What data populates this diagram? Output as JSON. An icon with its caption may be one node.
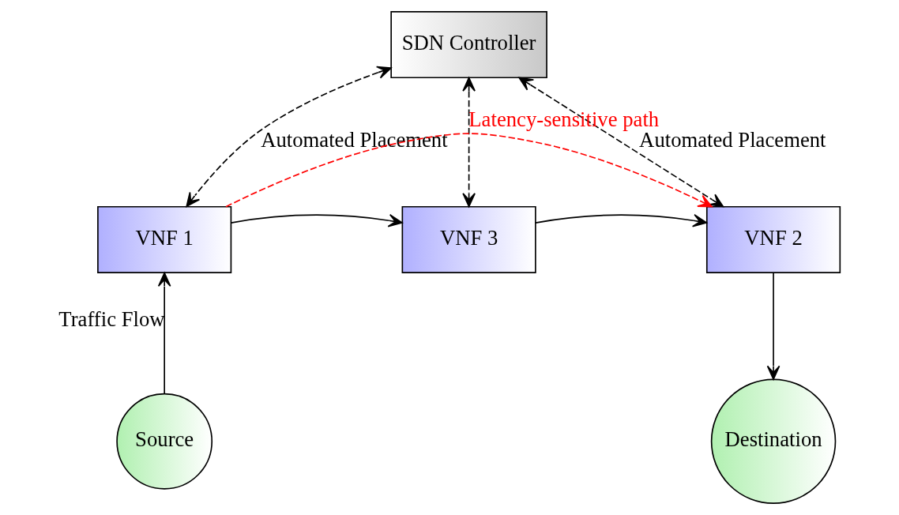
{
  "diagram": {
    "nodes": [
      {
        "text": [
          "SDN Controller"
        ]
      },
      {
        "text": [
          "VNF 1"
        ]
      },
      {
        "text": [
          "VNF 3"
        ]
      },
      {
        "text": [
          "VNF 2"
        ]
      },
      {
        "text": [
          "Source"
        ]
      },
      {
        "text": [
          "Destination"
        ]
      }
    ],
    "edges": [
      {
        "from": 4,
        "to": 1,
        "arrow": "to",
        "label": "Traffic Flow"
      },
      {
        "from": 1,
        "to": 2,
        "arrow": "to"
      },
      {
        "from": 2,
        "to": 3,
        "arrow": "to"
      },
      {
        "from": 3,
        "to": 5,
        "arrow": "to"
      },
      {
        "from": 0,
        "to": 1,
        "arrow": "both",
        "style": "dashed",
        "label": "Automated Placement"
      },
      {
        "from": 0,
        "to": 2,
        "arrow": "both",
        "style": "dashed"
      },
      {
        "from": 0,
        "to": 3,
        "arrow": "both",
        "style": "dashed",
        "label": "Automated Placement"
      },
      {
        "from": 1,
        "to": 3,
        "arrow": "to",
        "style": "dashed",
        "color": "#ff0000",
        "label": "Latency-sensitive path"
      }
    ]
  }
}
